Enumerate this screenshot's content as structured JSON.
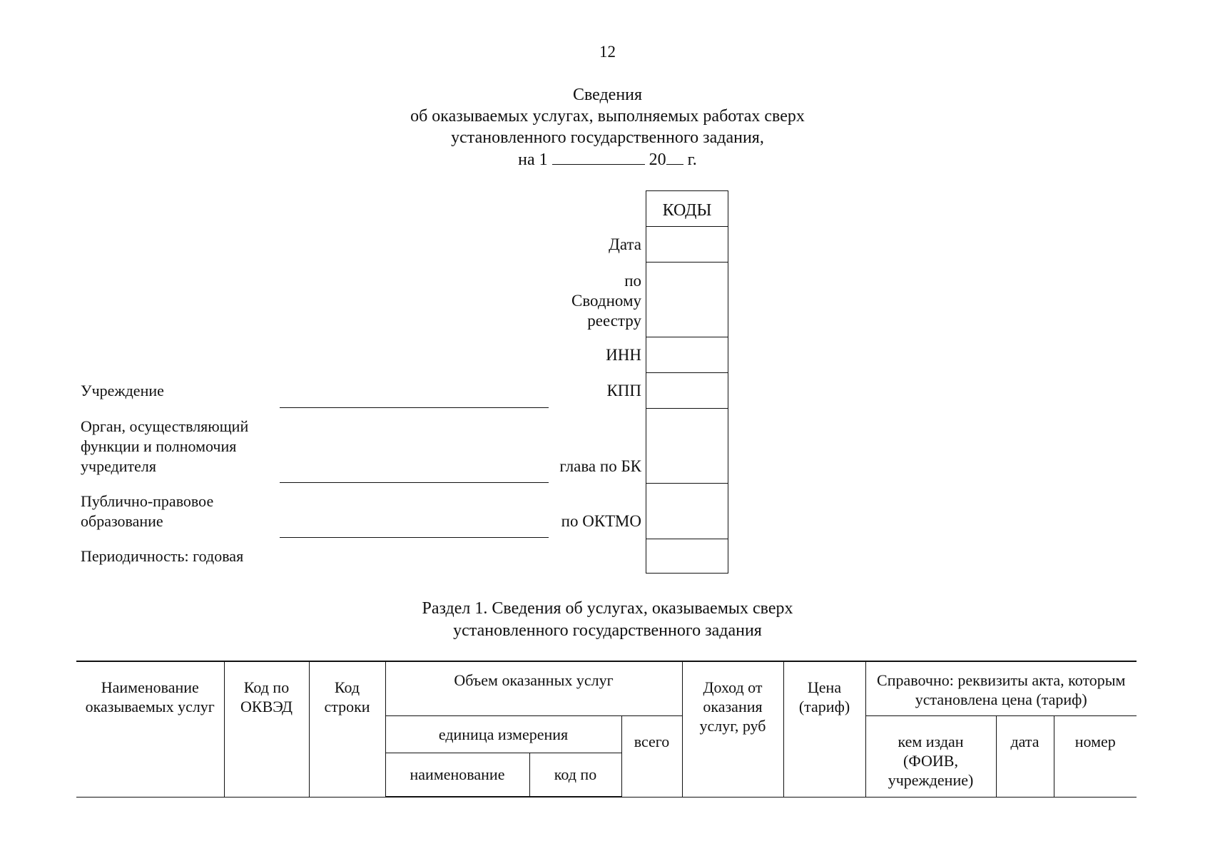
{
  "page_number": "12",
  "title_lines": [
    "Сведения",
    "об оказываемых услугах, выполняемых работах сверх",
    "установленного государственного задания,"
  ],
  "date_line": {
    "prefix": "на 1",
    "year_prefix": "20",
    "suffix": "г."
  },
  "codes": {
    "header": "КОДЫ",
    "row_labels": {
      "date": "Дата",
      "svod_line1": "по",
      "svod_line2": "Сводному",
      "svod_line3": "реестру",
      "inn": "ИНН",
      "kpp": "КПП",
      "glava": "глава по БК",
      "oktmo": "по ОКТМО"
    }
  },
  "fields": {
    "institution": "Учреждение",
    "organ_line1": "Орган, осуществляющий",
    "organ_line2": "функции и полномочия",
    "organ_line3": "учредителя",
    "public_line1": "Публично-правовое",
    "public_line2": "образование",
    "periodicity": "Периодичность: годовая"
  },
  "section": {
    "line1": "Раздел 1. Сведения об услугах, оказываемых сверх",
    "line2": "установленного государственного задания"
  },
  "table": {
    "col_name": "Наименование оказываемых услуг",
    "col_okved": "Код по ОКВЭД",
    "col_row_code": "Код строки",
    "col_volume": "Объем оказанных услуг",
    "col_unit": "единица измерения",
    "col_unit_name": "наименование",
    "col_unit_code": "код по",
    "col_total": "всего",
    "col_income": "Доход от оказания услуг, руб",
    "col_price": "Цена (тариф)",
    "col_ref": "Справочно: реквизиты акта, которым установлена цена (тариф)",
    "col_issued_by": "кем издан (ФОИВ, учреждение)",
    "col_date": "дата",
    "col_number": "номер"
  }
}
